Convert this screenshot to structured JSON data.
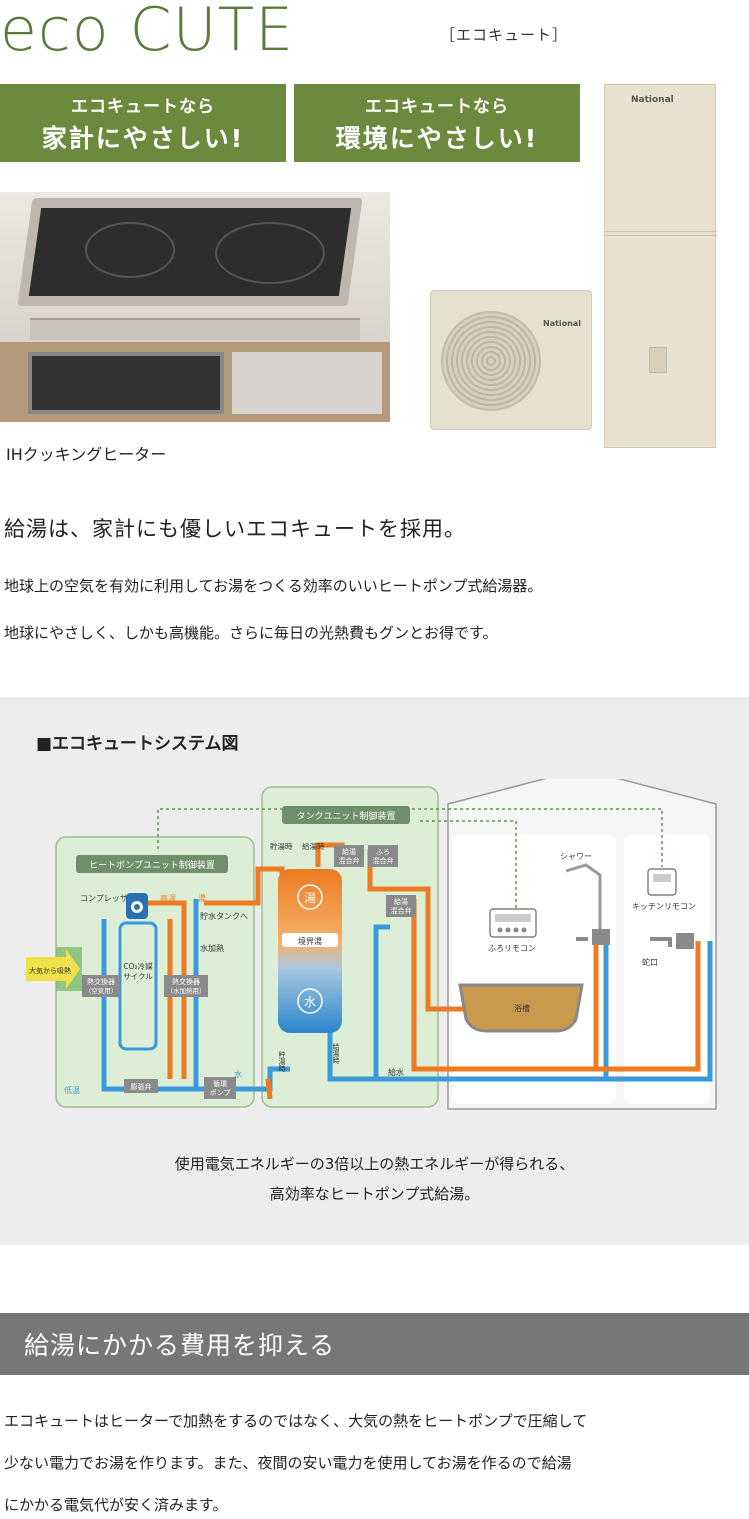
{
  "header": {
    "logo": "eco CUTE",
    "logo_sub": "［エコキュート］"
  },
  "badges": [
    {
      "line1": "エコキュートなら",
      "line2": "家計にやさしい!"
    },
    {
      "line1": "エコキュートなら",
      "line2": "環境にやさしい!"
    }
  ],
  "products": {
    "outdoor_brand": "National",
    "tank_brand": "National",
    "caption": "IHクッキングヒーター"
  },
  "intro": {
    "title": "給湯は、家計にも優しいエコキュートを採用。",
    "body1": "地球上の空気を有効に利用してお湯をつくる効率のいいヒートポンプ式給湯器。",
    "body2": "地球にやさしく、しかも高機能。さらに毎日の光熱費もグンとお得です。"
  },
  "system": {
    "title": "■エコキュートシステム図",
    "labels": {
      "tank_control": "タンクユニット制御装置",
      "hp_control": "ヒートポンプユニット制御装置",
      "compressor": "コンプレッサ",
      "high_temp": "高温",
      "hot": "湯",
      "to_tank": "貯水タンクへ",
      "water_heating": "水加熱",
      "co2_1": "CO₂冷媒",
      "co2_2": "サイクル",
      "air_heat": "大気から吸熱",
      "hx_air_1": "熱交換器",
      "hx_air_2": "（空気用）",
      "hx_water_1": "熱交換器",
      "hx_water_2": "（水加熱用）",
      "low_temp": "低温",
      "expansion": "膨張弁",
      "pump_1": "循環",
      "pump_2": "ポンプ",
      "water": "水",
      "store_time": "貯湯時",
      "supply_time": "給湯時",
      "valve_mix_1": "給湯",
      "valve_mix_2": "混合弁",
      "bath_mix_1": "ふろ",
      "bath_mix_2": "混合弁",
      "supply_mix_1": "給湯",
      "supply_mix_2": "混合弁",
      "tank_hot": "湯",
      "boundary": "境界湯",
      "tank_water": "水",
      "store_time_v": "貯湯時",
      "supply_time_v": "給湯時",
      "feed_water": "給水",
      "shower": "シャワー",
      "bath_remote": "ふろリモコン",
      "bathtub": "浴槽",
      "kitchen_remote": "キッチンリモコン",
      "faucet": "蛇口"
    },
    "caption1": "使用電気エネルギーの3倍以上の熱エネルギーが得られる、",
    "caption2": "高効率なヒートポンプ式給湯。",
    "colors": {
      "hot": "#ee7a22",
      "cold": "#3a9ad9",
      "panel": "#dcefd6",
      "control": "#5d9a4f"
    }
  },
  "cost": {
    "title": "給湯にかかる費用を抑える",
    "line1": "エコキュートはヒーターで加熱をするのではなく、大気の熱をヒートポンプで圧縮して",
    "line2": "少ない電力でお湯を作ります。また、夜間の安い電力を使用してお湯を作るので給湯",
    "line3": "にかかる電気代が安く済みます。"
  }
}
